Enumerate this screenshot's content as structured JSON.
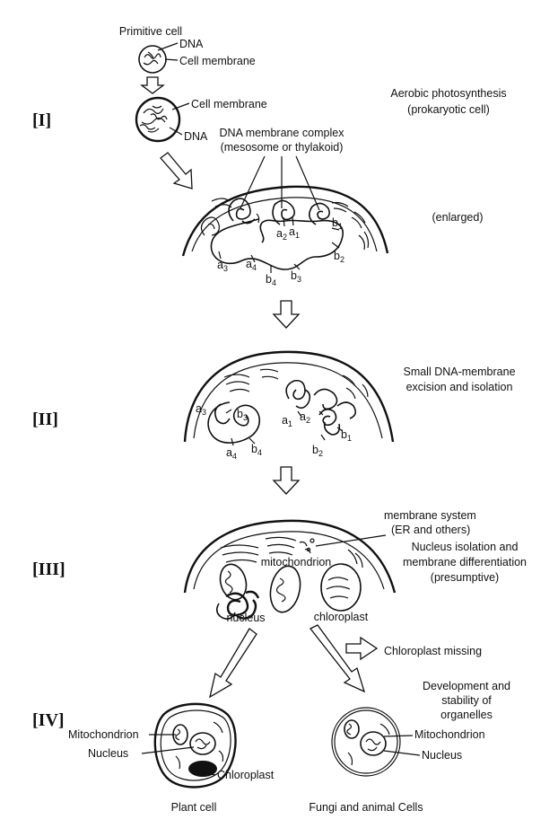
{
  "stages": {
    "s1": "[I]",
    "s2": "[II]",
    "s3": "[III]",
    "s4": "[IV]"
  },
  "labels": {
    "primitive_cell": "Primitive cell",
    "dna_top": "DNA",
    "cell_membrane_top": "Cell membrane",
    "cell_membrane_2": "Cell membrane",
    "dna_2": "DNA",
    "aerobic_1": "Aerobic photosynthesis",
    "aerobic_2": "(prokaryotic cell)",
    "complex_1": "DNA membrane complex",
    "complex_2": "(mesosome or thylakoid)",
    "enlarged": "(enlarged)",
    "excision_1": "Small DNA-membrane",
    "excision_2": "excision and isolation",
    "membrane_system_1": "membrane system",
    "membrane_system_2": "(ER and others)",
    "nucleus_isolation_1": "Nucleus isolation and",
    "nucleus_isolation_2": "membrane differentiation",
    "nucleus_isolation_3": "(presumptive)",
    "mitochondrion_3": "mitochondrion",
    "nucleus_3": "nucleus",
    "chloroplast_3": "chloroplast",
    "chloroplast_missing": "Chloroplast missing",
    "development_1": "Development and",
    "development_2": "stability of",
    "development_3": "organelles",
    "plant_mito": "Mitochondrion",
    "plant_nucleus": "Nucleus",
    "plant_chloro": "Chloroplast",
    "animal_mito": "Mitochondrion",
    "animal_nucleus": "Nucleus",
    "plant_cell": "Plant cell",
    "fungi_animal": "Fungi and animal Cells"
  },
  "markers": {
    "a": "a",
    "b": "b",
    "n1": "1",
    "n2": "2",
    "n3": "3",
    "n4": "4"
  }
}
